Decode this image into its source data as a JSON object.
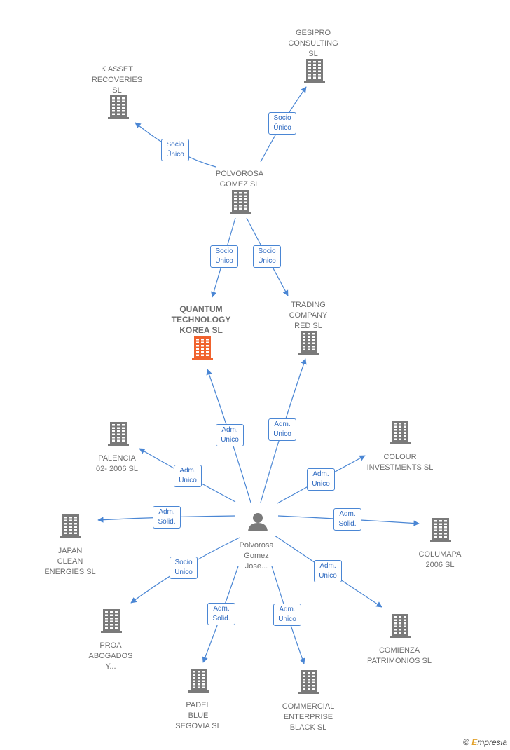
{
  "colors": {
    "edge": "#4a86d4",
    "building": "#7a7a7a",
    "focus_building": "#f0622d",
    "person": "#7a7a7a"
  },
  "nodes": [
    {
      "id": "gesipro",
      "type": "company",
      "lines": [
        "GESIPRO",
        "CONSULTING",
        "SL"
      ],
      "icon": "building-icon"
    },
    {
      "id": "kasset",
      "type": "company",
      "lines": [
        "K ASSET",
        "RECOVERIES",
        "SL"
      ],
      "icon": "building-icon"
    },
    {
      "id": "polvorosa_sl",
      "type": "company",
      "lines": [
        "POLVOROSA",
        "GOMEZ  SL"
      ],
      "icon": "building-icon"
    },
    {
      "id": "quantum",
      "type": "company-focus",
      "lines": [
        "QUANTUM",
        "TECHNOLOGY",
        "KOREA  SL"
      ],
      "icon": "building-icon"
    },
    {
      "id": "trading",
      "type": "company",
      "lines": [
        "TRADING",
        "COMPANY",
        "RED  SL"
      ],
      "icon": "building-icon"
    },
    {
      "id": "palencia",
      "type": "company",
      "lines": [
        "PALENCIA",
        "02- 2006 SL"
      ],
      "icon": "building-icon"
    },
    {
      "id": "colour",
      "type": "company",
      "lines": [
        "COLOUR",
        "INVESTMENTS SL"
      ],
      "icon": "building-icon"
    },
    {
      "id": "japan",
      "type": "company",
      "lines": [
        "JAPAN",
        "CLEAN",
        "ENERGIES  SL"
      ],
      "icon": "building-icon"
    },
    {
      "id": "person",
      "type": "person",
      "lines": [
        "Polvorosa",
        "Gomez",
        "Jose..."
      ],
      "icon": "person-icon"
    },
    {
      "id": "columapa",
      "type": "company",
      "lines": [
        "COLUMAPA",
        "2006 SL"
      ],
      "icon": "building-icon"
    },
    {
      "id": "proa",
      "type": "company",
      "lines": [
        "PROA",
        "ABOGADOS",
        "Y..."
      ],
      "icon": "building-icon"
    },
    {
      "id": "comienza",
      "type": "company",
      "lines": [
        "COMIENZA",
        "PATRIMONIOS SL"
      ],
      "icon": "building-icon"
    },
    {
      "id": "padel",
      "type": "company",
      "lines": [
        "PADEL",
        "BLUE",
        "SEGOVIA SL"
      ],
      "icon": "building-icon"
    },
    {
      "id": "commercial",
      "type": "company",
      "lines": [
        "COMMERCIAL",
        "ENTERPRISE",
        "BLACK SL"
      ],
      "icon": "building-icon"
    }
  ],
  "edges": [
    {
      "from": "polvorosa_sl",
      "to": "gesipro",
      "label": [
        "Socio",
        "Único"
      ]
    },
    {
      "from": "polvorosa_sl",
      "to": "kasset",
      "label": [
        "Socio",
        "Único"
      ]
    },
    {
      "from": "polvorosa_sl",
      "to": "quantum",
      "label": [
        "Socio",
        "Único"
      ]
    },
    {
      "from": "polvorosa_sl",
      "to": "trading",
      "label": [
        "Socio",
        "Único"
      ]
    },
    {
      "from": "person",
      "to": "quantum",
      "label": [
        "Adm.",
        "Unico"
      ]
    },
    {
      "from": "person",
      "to": "trading",
      "label": [
        "Adm.",
        "Unico"
      ]
    },
    {
      "from": "person",
      "to": "palencia",
      "label": [
        "Adm.",
        "Unico"
      ]
    },
    {
      "from": "person",
      "to": "colour",
      "label": [
        "Adm.",
        "Unico"
      ]
    },
    {
      "from": "person",
      "to": "japan",
      "label": [
        "Adm.",
        "Solid."
      ]
    },
    {
      "from": "person",
      "to": "columapa",
      "label": [
        "Adm.",
        "Solid."
      ]
    },
    {
      "from": "person",
      "to": "proa",
      "label": [
        "Socio",
        "Único"
      ]
    },
    {
      "from": "person",
      "to": "comienza",
      "label": [
        "Adm.",
        "Unico"
      ]
    },
    {
      "from": "person",
      "to": "padel",
      "label": [
        "Adm.",
        "Solid."
      ]
    },
    {
      "from": "person",
      "to": "commercial",
      "label": [
        "Adm.",
        "Unico"
      ]
    }
  ],
  "watermark": {
    "copyright": "©",
    "brand_first": "E",
    "brand_rest": "mpresia"
  }
}
